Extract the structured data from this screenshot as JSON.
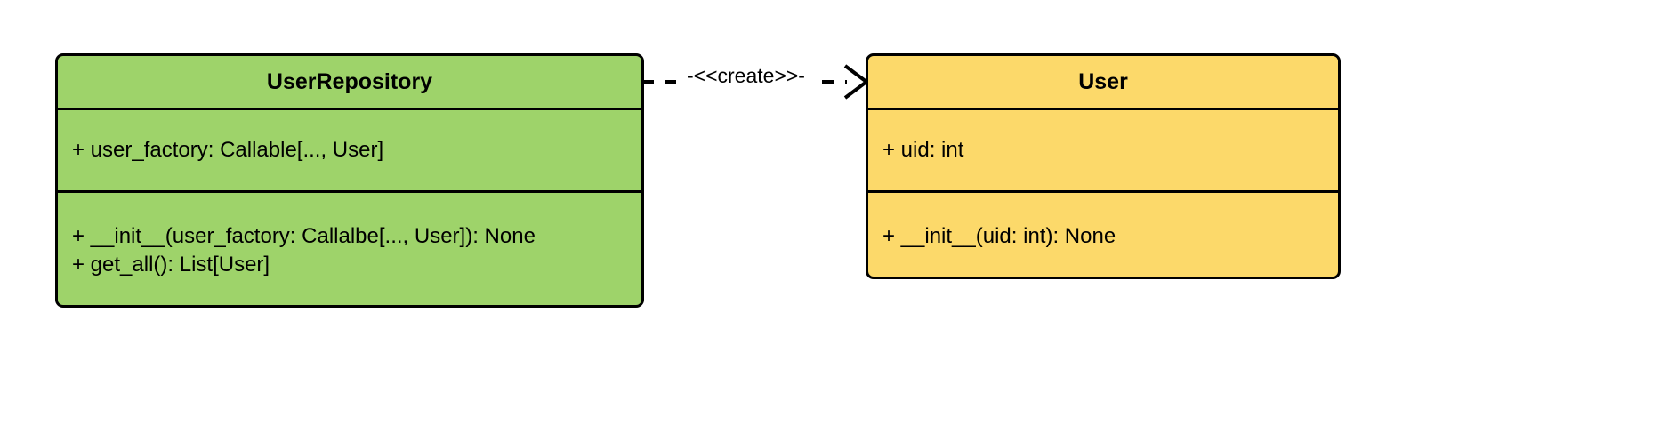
{
  "diagram": {
    "type": "uml-class-diagram",
    "background": "#ffffff",
    "classes": [
      {
        "id": "UserRepository",
        "name": "UserRepository",
        "fill": "#9ED36A",
        "stroke": "#000000",
        "attributes": [
          "+ user_factory: Callable[..., User]"
        ],
        "methods": [
          "+ __init__(user_factory: Callalbe[..., User]): None",
          "+ get_all(): List[User]"
        ]
      },
      {
        "id": "User",
        "name": "User",
        "fill": "#FCD96A",
        "stroke": "#000000",
        "attributes": [
          "+ uid: int"
        ],
        "methods": [
          "+ __init__(uid: int): None"
        ]
      }
    ],
    "relationships": [
      {
        "id": "create-dependency",
        "kind": "dependency",
        "line_style": "dashed",
        "arrow_head": "open",
        "label": "-<<create>>-",
        "source": "UserRepository",
        "target": "User"
      }
    ]
  }
}
